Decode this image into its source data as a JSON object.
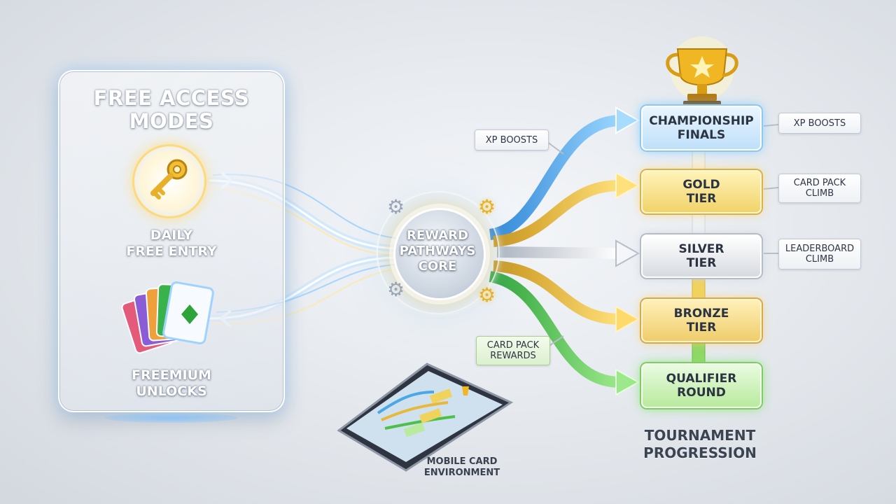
{
  "left_panel": {
    "title_line1": "FREE ACCESS",
    "title_line2": "MODES",
    "modes": [
      {
        "line1": "DAILY",
        "line2": "FREE ENTRY",
        "icon": "key-icon"
      },
      {
        "line1": "FREEMIUM",
        "line2": "UNLOCKS",
        "icon": "cards-icon"
      }
    ]
  },
  "core": {
    "line1": "REWARD",
    "line2": "PATHWAYS",
    "line3": "CORE"
  },
  "tiers": [
    {
      "line1": "CHAMPIONSHIP",
      "line2": "FINALS"
    },
    {
      "line1": "GOLD",
      "line2": "TIER"
    },
    {
      "line1": "SILVER",
      "line2": "TIER"
    },
    {
      "line1": "BRONZE",
      "line2": "TIER"
    },
    {
      "line1": "QUALIFIER",
      "line2": "ROUND"
    }
  ],
  "tags": {
    "xp_left": "XP BOOSTS",
    "xp_right": "XP BOOSTS",
    "card_pack_climb_1": "CARD PACK",
    "card_pack_climb_2": "CLIMB",
    "leaderboard_1": "LEADERBOARD",
    "leaderboard_2": "CLIMB",
    "card_pack_rewards_1": "CARD PACK",
    "card_pack_rewards_2": "REWARDS"
  },
  "captions": {
    "phone_line1": "MOBILE CARD",
    "phone_line2": "ENVIRONMENT",
    "tournament_line1": "TOURNAMENT",
    "tournament_line2": "PROGRESSION"
  },
  "colors": {
    "blue_flow": "#4aa8e6",
    "gold_flow": "#e8b83a",
    "silver_flow": "#c4cad3",
    "green_flow": "#4cc04a",
    "trophy": "#f0b623"
  }
}
